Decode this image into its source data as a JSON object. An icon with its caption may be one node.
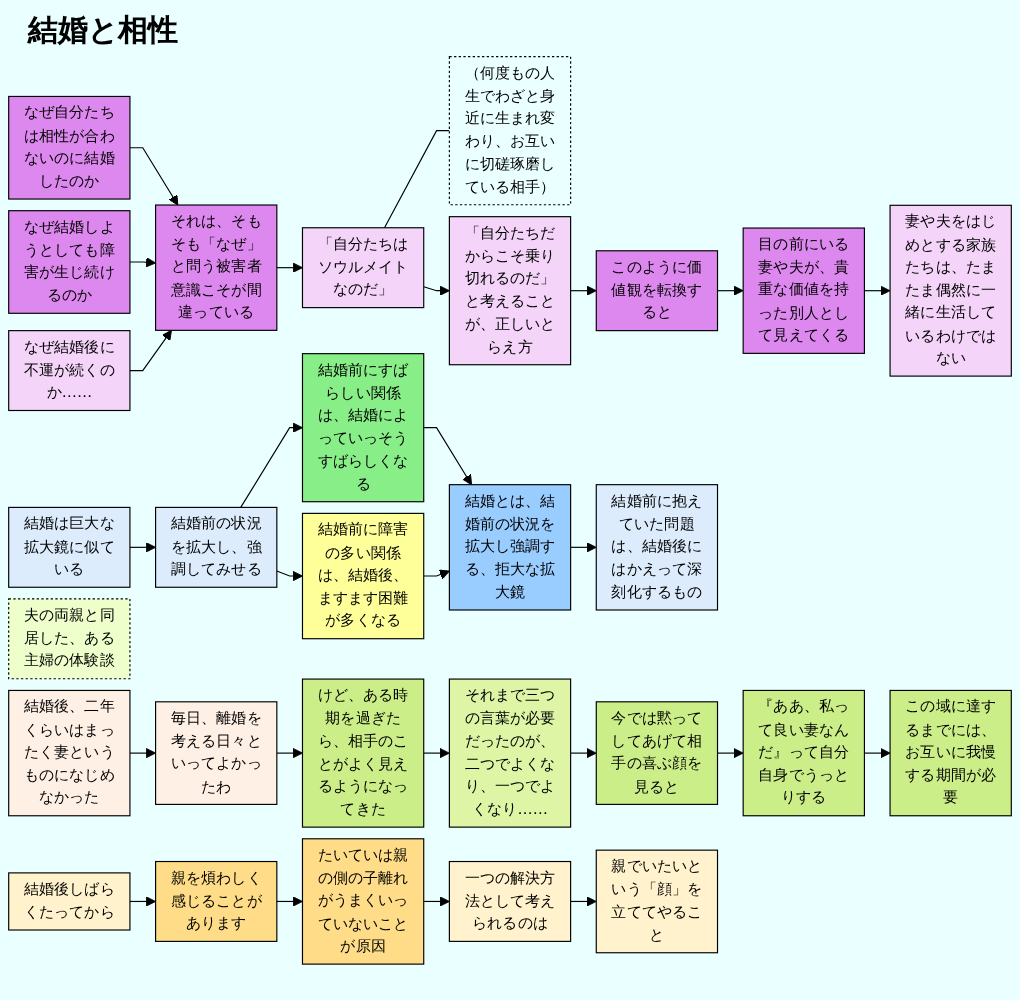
{
  "diagram": {
    "title": "結婚と相性",
    "nodes": [
      {
        "text": [
          "なぜ自分たちは相性が合わないのに結婚したのか"
        ]
      },
      {
        "text": [
          "なぜ結婚しようとしても障害が生じ続けるのか"
        ]
      },
      {
        "text": [
          "それは、そもそも「なぜ」と問う被害者意識こそが間違っている"
        ]
      },
      {
        "text": [
          "なぜ結婚後に不運が続くのか……"
        ]
      },
      {
        "text": [
          "「自分たちはソウルメイトなのだ」"
        ]
      },
      {
        "text": [
          "（何度もの人生でわざと身近に生まれ変わり、お互いに切磋琢磨している相手）"
        ]
      },
      {
        "text": [
          "「自分たちだからこそ乗り切れるのだ」と考えることが、正しいとらえ方"
        ]
      },
      {
        "text": [
          "このように価値観を転換すると"
        ]
      },
      {
        "text": [
          "目の前にいる妻や夫が、貴重な価値を持った別人として見えてくる"
        ]
      },
      {
        "text": [
          "妻や夫をはじめとする家族たちは、たまたま偶然に一緒に生活しているわけではない"
        ]
      },
      {
        "text": [
          "結婚は巨大な拡大鏡に似ている"
        ]
      },
      {
        "text": [
          "結婚前の状況を拡大し、強調してみせる"
        ]
      },
      {
        "text": [
          "結婚前にすばらしい関係は、結婚によっていっそうすばらしくなる"
        ]
      },
      {
        "text": [
          "結婚前に障害の多い関係は、結婚後、ますます困難が多くなる"
        ]
      },
      {
        "text": [
          "結婚とは、結婚前の状況を拡大し強調する、拒大な拡大鏡"
        ]
      },
      {
        "text": [
          "結婚前に抱えていた問題は、結婚後にはかえって深刻化するもの"
        ]
      },
      {
        "text": [
          "夫の両親と同居した、ある主婦の体験談"
        ]
      },
      {
        "text": [
          "結婚後、二年くらいはまったく妻というものになじめなかった"
        ]
      },
      {
        "text": [
          "毎日、離婚を考える日々といってよかったわ"
        ]
      },
      {
        "text": [
          "けど、ある時期を過ぎたら、相手のことがよく見えるようになってきた"
        ]
      },
      {
        "text": [
          "それまで三つの言葉が必要だったのが、二つでよくなり、一つでよくなり……"
        ]
      },
      {
        "text": [
          "今では黙ってしてあげて相手の喜ぶ顔を見ると"
        ]
      },
      {
        "text": [
          "『ああ、私って良い妻なんだ』って自分自身でうっとりする"
        ]
      },
      {
        "text": [
          "この域に達するまでには、お互いに我慢する期間が必要"
        ]
      },
      {
        "text": [
          "結婚後しばらくたってから"
        ]
      },
      {
        "text": [
          "親を煩わしく感じることがあります"
        ]
      },
      {
        "text": [
          "たいていは親の側の子離れがうまくいっていないことが原因"
        ]
      },
      {
        "text": [
          "一つの解決方法として考えられるのは"
        ]
      },
      {
        "text": [
          "親でいたいという「顔」を立ててやること"
        ]
      }
    ],
    "edges": [
      {
        "from": 0,
        "to": 2,
        "arrow": "to"
      },
      {
        "from": 1,
        "to": 2,
        "arrow": "to"
      },
      {
        "from": 3,
        "to": 2,
        "arrow": "to"
      },
      {
        "from": 2,
        "to": 4,
        "arrow": "to"
      },
      {
        "from": 4,
        "to": 5,
        "arrow": "none"
      },
      {
        "from": 4,
        "to": 6,
        "arrow": "to"
      },
      {
        "from": 6,
        "to": 7,
        "arrow": "to"
      },
      {
        "from": 7,
        "to": 8,
        "arrow": "to"
      },
      {
        "from": 8,
        "to": 9,
        "arrow": "to"
      },
      {
        "from": 10,
        "to": 11,
        "arrow": "to"
      },
      {
        "from": 11,
        "to": 12,
        "arrow": "to"
      },
      {
        "from": 11,
        "to": 13,
        "arrow": "to"
      },
      {
        "from": 12,
        "to": 14,
        "arrow": "to"
      },
      {
        "from": 13,
        "to": 14,
        "arrow": "to"
      },
      {
        "from": 14,
        "to": 15,
        "arrow": "to"
      },
      {
        "from": 17,
        "to": 18,
        "arrow": "to"
      },
      {
        "from": 18,
        "to": 19,
        "arrow": "to"
      },
      {
        "from": 19,
        "to": 20,
        "arrow": "to"
      },
      {
        "from": 20,
        "to": 21,
        "arrow": "to"
      },
      {
        "from": 21,
        "to": 22,
        "arrow": "to"
      },
      {
        "from": 22,
        "to": 23,
        "arrow": "to"
      },
      {
        "from": 24,
        "to": 25,
        "arrow": "to"
      },
      {
        "from": 25,
        "to": 26,
        "arrow": "to"
      },
      {
        "from": 26,
        "to": 27,
        "arrow": "to"
      },
      {
        "from": 27,
        "to": 28,
        "arrow": "to"
      }
    ]
  }
}
